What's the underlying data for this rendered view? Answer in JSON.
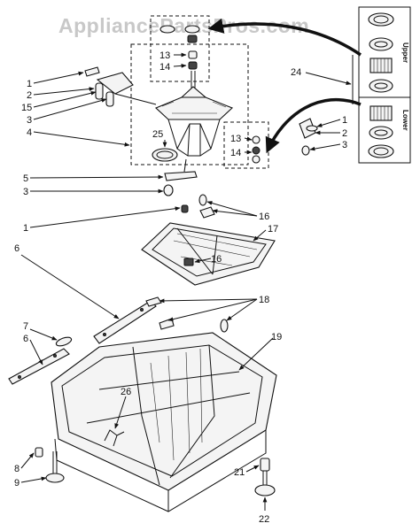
{
  "watermark": "AppliancePartsPros.com",
  "inset_labels": {
    "upper": "Upper",
    "lower": "Lower"
  },
  "callouts": {
    "c1a": "1",
    "c2a": "2",
    "c15": "15",
    "c3a": "3",
    "c4": "4",
    "c25": "25",
    "c13a": "13",
    "c14a": "14",
    "c13b": "13",
    "c14b": "14",
    "c24": "24",
    "c1b": "1",
    "c2b": "2",
    "c3b": "3",
    "c5": "5",
    "c3c": "3",
    "c1c": "1",
    "c16a": "16",
    "c17": "17",
    "c16b": "16",
    "c6a": "6",
    "c18": "18",
    "c7": "7",
    "c6b": "6",
    "c19": "19",
    "c26": "26",
    "c8": "8",
    "c9": "9",
    "c21": "21",
    "c22": "22"
  },
  "colors": {
    "line": "#111111",
    "watermark": "#c8c8c8",
    "background": "#ffffff"
  }
}
